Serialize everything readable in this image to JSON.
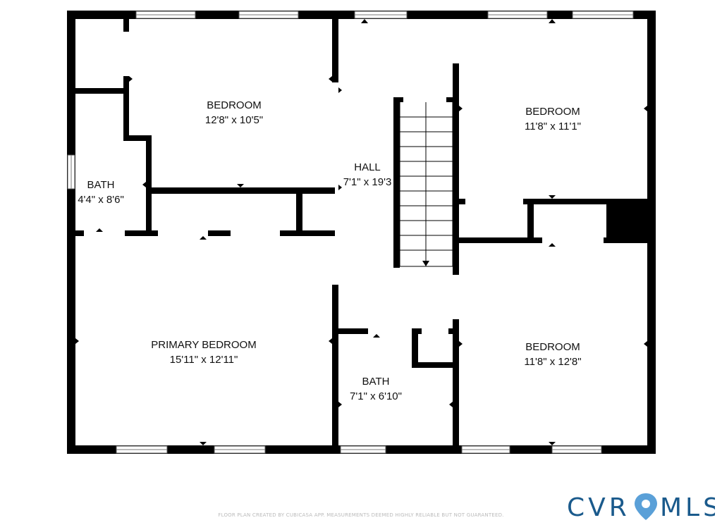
{
  "rooms": {
    "bedroom_top_left": {
      "name": "BEDROOM",
      "dims": "12'8\" x 10'5\""
    },
    "bath_left": {
      "name": "BATH",
      "dims": "4'4\" x 8'6\""
    },
    "hall": {
      "name": "HALL",
      "dims": "7'1\" x 19'3"
    },
    "bedroom_top_right": {
      "name": "BEDROOM",
      "dims": "11'8\" x 11'1\""
    },
    "primary_bedroom": {
      "name": "PRIMARY BEDROOM",
      "dims": "15'11\" x 12'11\""
    },
    "bath_center": {
      "name": "BATH",
      "dims": "7'1\" x 6'10\""
    },
    "bedroom_bottom_right": {
      "name": "BEDROOM",
      "dims": "11'8\" x 12'8\""
    }
  },
  "footer": {
    "disclaimer": "FLOOR PLAN CREATED BY CUBICASA APP. MEASUREMENTS DEEMED HIGHLY RELIABLE BUT NOT GUARANTEED."
  },
  "logo": {
    "text_left": "CVR",
    "text_right": "MLS",
    "pin_color": "#5aa0d8",
    "text_color": "#1a5a8c"
  },
  "colors": {
    "wall": "#000000",
    "background": "#ffffff"
  }
}
